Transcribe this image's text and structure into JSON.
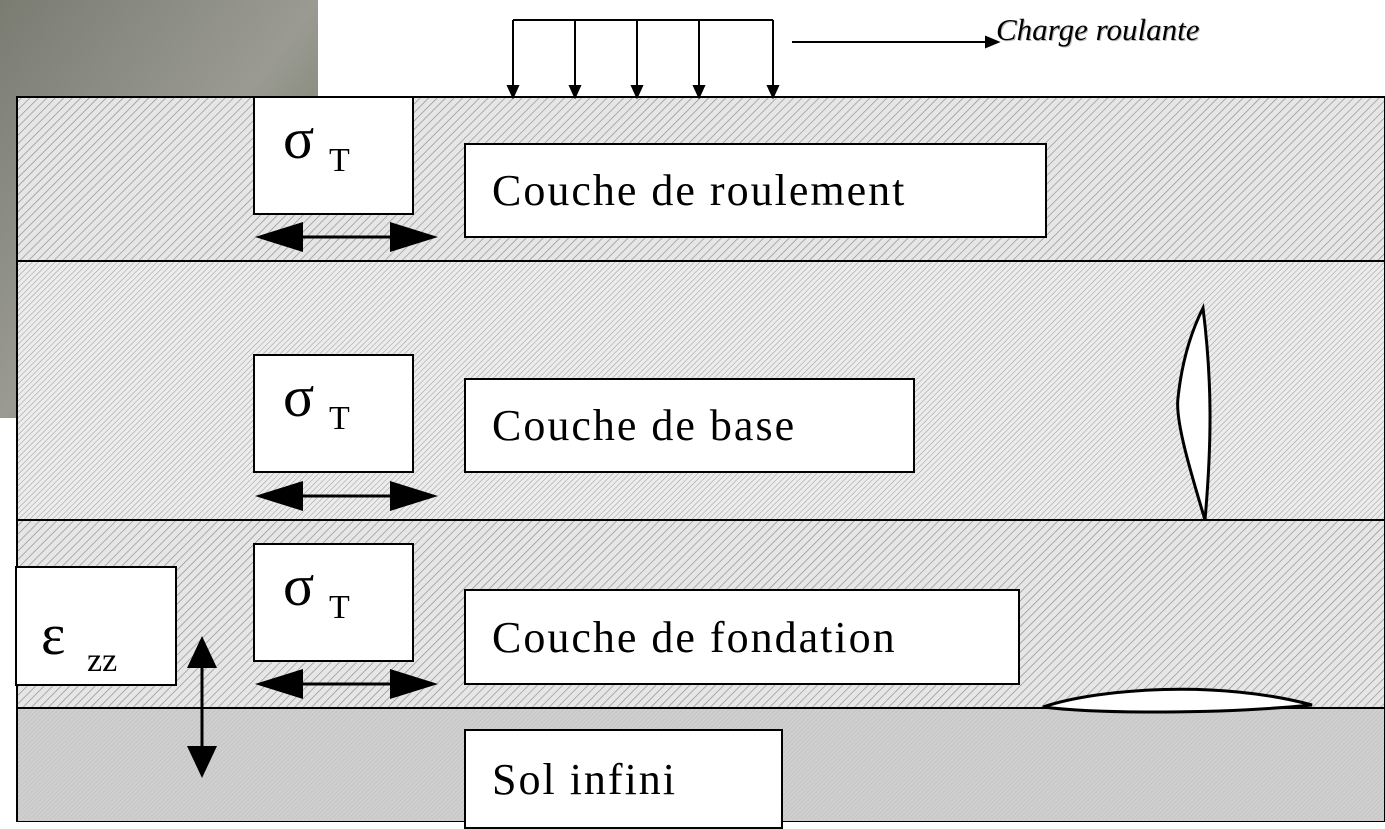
{
  "title": "",
  "load": {
    "label": "Charge roulante"
  },
  "layers": [
    {
      "name": "Couche de roulement",
      "stress_symbol": "σ",
      "stress_subscript": "T"
    },
    {
      "name": "Couche de base",
      "stress_symbol": "σ",
      "stress_subscript": "T"
    },
    {
      "name": "Couche de fondation",
      "stress_symbol": "σ",
      "stress_subscript": "T"
    },
    {
      "name": "Sol infini"
    }
  ],
  "strain": {
    "symbol": "ε",
    "subscript": "zz"
  },
  "colors": {
    "hatch": "#8c8c8c",
    "layer_bg": "#e4e4e4",
    "subgrade_bg": "#cfcfcf",
    "line": "#000000"
  }
}
